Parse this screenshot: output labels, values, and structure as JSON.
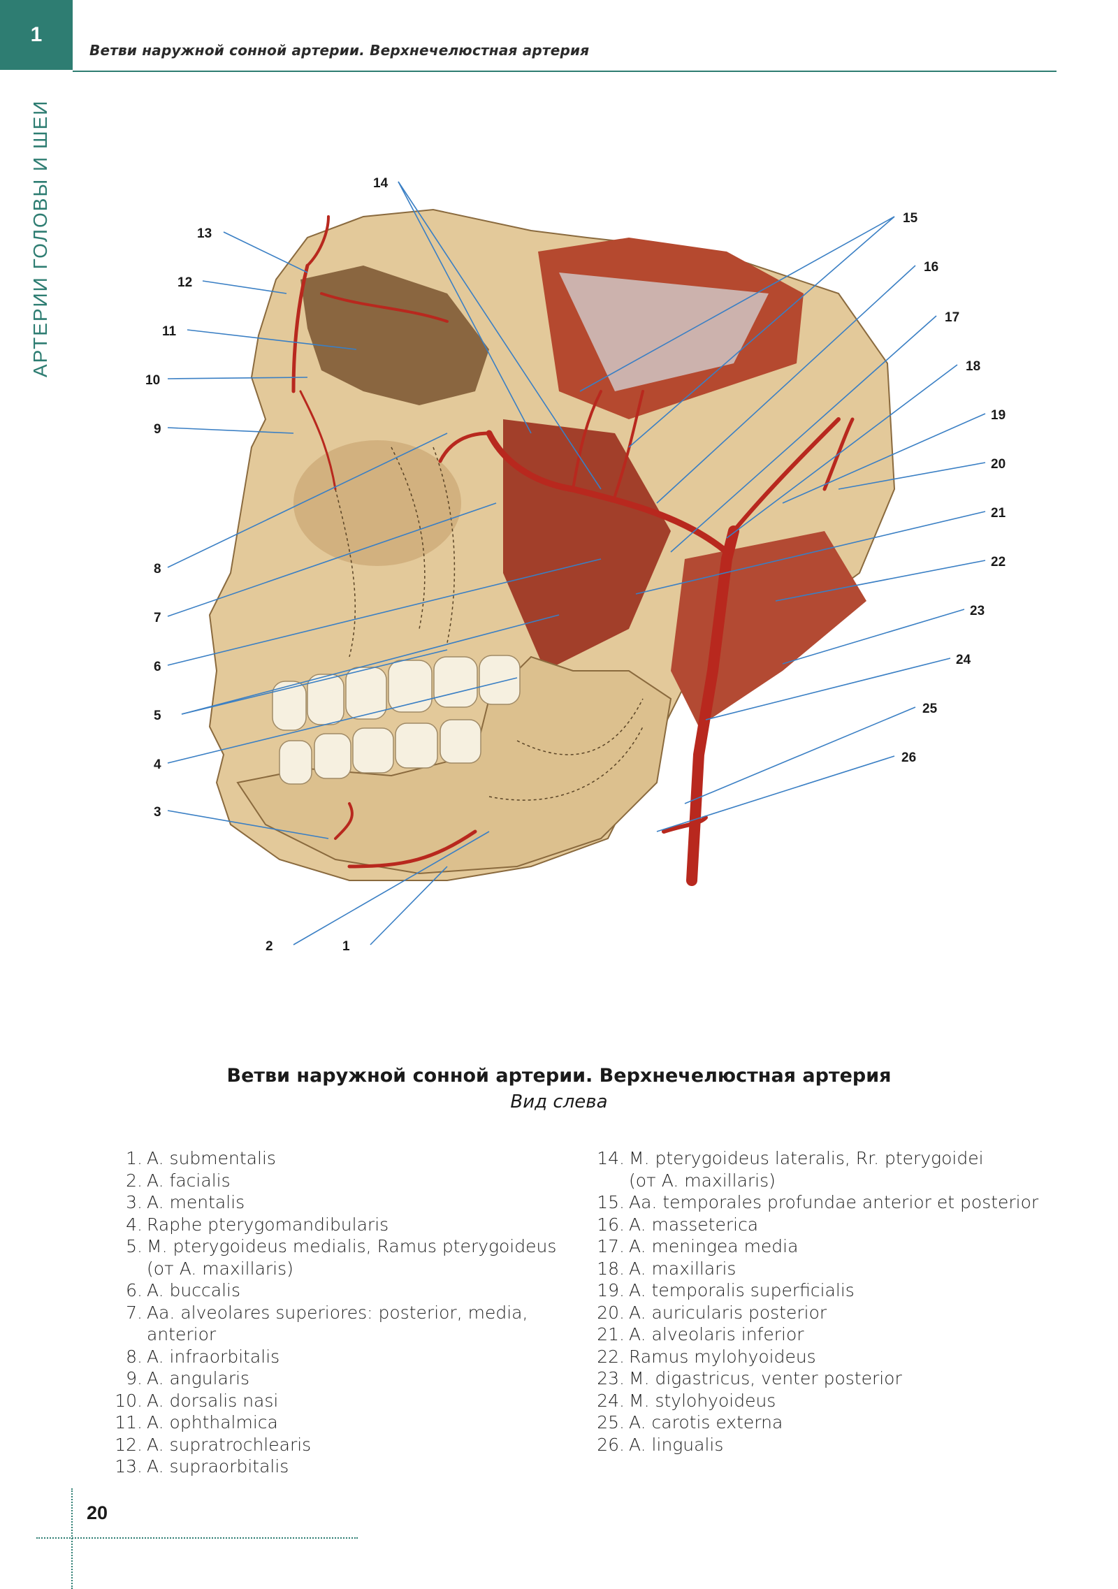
{
  "header": {
    "chapter_number": "1",
    "title": "Ветви наружной сонной артерии. Верхнечелюстная артерия",
    "section_label": "АРТЕРИИ ГОЛОВЫ И ШЕИ"
  },
  "figure": {
    "callouts": [
      "1",
      "2",
      "3",
      "4",
      "5",
      "6",
      "7",
      "8",
      "9",
      "10",
      "11",
      "12",
      "13",
      "14",
      "15",
      "16",
      "17",
      "18",
      "19",
      "20",
      "21",
      "22",
      "23",
      "24",
      "25",
      "26"
    ],
    "colors": {
      "artery": "#b8281e",
      "bone": "#e3c99a",
      "muscle": "#b5492f",
      "leader": "#3a7fc4"
    }
  },
  "caption": {
    "title": "Ветви наружной сонной артерии. Верхнечелюстная артерия",
    "subtitle": "Вид слева"
  },
  "legend": {
    "left": [
      {
        "n": "1.",
        "t": "A. submentalis"
      },
      {
        "n": "2.",
        "t": "A. facialis"
      },
      {
        "n": "3.",
        "t": "A. mentalis"
      },
      {
        "n": "4.",
        "t": "Raphe pterygomandibularis"
      },
      {
        "n": "5.",
        "t": "M. pterygoideus medialis, Ramus pterygoideus"
      },
      {
        "n": "",
        "t": "(от A. maxillaris)"
      },
      {
        "n": "6.",
        "t": "A. buccalis"
      },
      {
        "n": "7.",
        "t": "Aa. alveolares superiores: posterior, media, anterior"
      },
      {
        "n": "8.",
        "t": "A. infraorbitalis"
      },
      {
        "n": "9.",
        "t": "A. angularis"
      },
      {
        "n": "10.",
        "t": "A. dorsalis nasi"
      },
      {
        "n": "11.",
        "t": "A. ophthalmica"
      },
      {
        "n": "12.",
        "t": "A. supratrochlearis"
      },
      {
        "n": "13.",
        "t": "A. supraorbitalis"
      }
    ],
    "right": [
      {
        "n": "14.",
        "t": "M. pterygoideus lateralis, Rr. pterygoidei"
      },
      {
        "n": "",
        "t": "(от A. maxillaris)"
      },
      {
        "n": "15.",
        "t": "Aa. temporales profundae anterior et posterior"
      },
      {
        "n": "16.",
        "t": "A. masseterica"
      },
      {
        "n": "17.",
        "t": "A. meningea media"
      },
      {
        "n": "18.",
        "t": "A. maxillaris"
      },
      {
        "n": "19.",
        "t": "A. temporalis superficialis"
      },
      {
        "n": "20.",
        "t": "A. auricularis posterior"
      },
      {
        "n": "21.",
        "t": "A. alveolaris inferior"
      },
      {
        "n": "22.",
        "t": "Ramus mylohyoideus"
      },
      {
        "n": "23.",
        "t": "M. digastricus, venter posterior"
      },
      {
        "n": "24.",
        "t": "M. stylohyoideus"
      },
      {
        "n": "25.",
        "t": "A. carotis externa"
      },
      {
        "n": "26.",
        "t": "A. lingualis"
      }
    ]
  },
  "footer": {
    "page_number": "20"
  }
}
